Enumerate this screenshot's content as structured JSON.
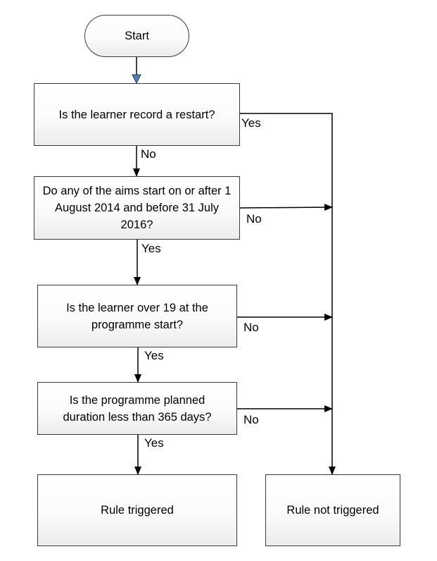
{
  "nodes": {
    "start": "Start",
    "q_restart": "Is the learner record a restart?",
    "q_aims": "Do any of the aims start on or after 1 August 2014 and before 31 July 2016?",
    "q_age": "Is the learner over 19 at the programme start?",
    "q_duration": "Is the programme planned duration less than 365 days?",
    "out_triggered": "Rule triggered",
    "out_not_triggered": "Rule not triggered"
  },
  "edges": {
    "restart_yes": "Yes",
    "restart_no": "No",
    "aims_no": "No",
    "aims_yes": "Yes",
    "age_no": "No",
    "age_yes": "Yes",
    "duration_no": "No",
    "duration_yes": "Yes"
  },
  "colors": {
    "line": "#000000",
    "box_border": "#3a3a3a",
    "start_arrow_fill": "#4a7ec0"
  }
}
